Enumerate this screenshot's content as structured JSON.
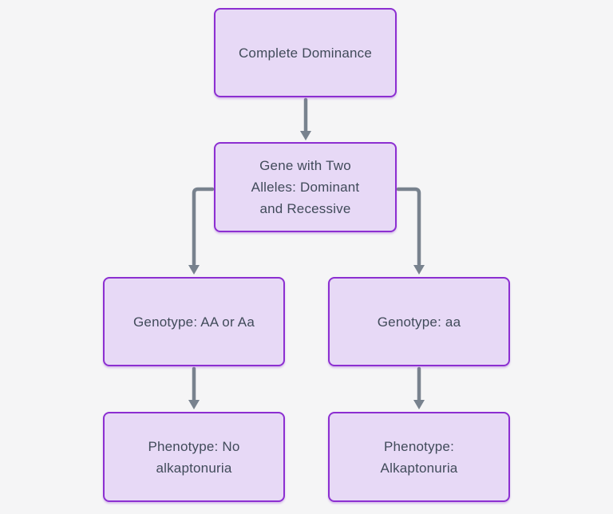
{
  "diagram": {
    "type": "flowchart",
    "background_color": "#f5f5f6",
    "node_fill_color": "#e7d9f6",
    "node_border_color": "#8c2fd1",
    "node_text_color": "#414b5a",
    "arrow_color": "#78828e",
    "nodes": [
      {
        "id": "complete-dominance",
        "label": "Complete Dominance"
      },
      {
        "id": "gene-with-two-alleles",
        "label": "Gene with Two\nAlleles: Dominant\nand Recessive"
      },
      {
        "id": "genotype-dominant",
        "label": "Genotype: AA or Aa"
      },
      {
        "id": "genotype-recessive",
        "label": "Genotype: aa"
      },
      {
        "id": "phenotype-no-alkaptonuria",
        "label": "Phenotype: No\nalkaptonuria"
      },
      {
        "id": "phenotype-alkaptonuria",
        "label": "Phenotype:\nAlkaptonuria"
      }
    ],
    "edges": [
      {
        "from": "complete-dominance",
        "to": "gene-with-two-alleles"
      },
      {
        "from": "gene-with-two-alleles",
        "to": "genotype-dominant"
      },
      {
        "from": "gene-with-two-alleles",
        "to": "genotype-recessive"
      },
      {
        "from": "genotype-dominant",
        "to": "phenotype-no-alkaptonuria"
      },
      {
        "from": "genotype-recessive",
        "to": "phenotype-alkaptonuria"
      }
    ]
  }
}
